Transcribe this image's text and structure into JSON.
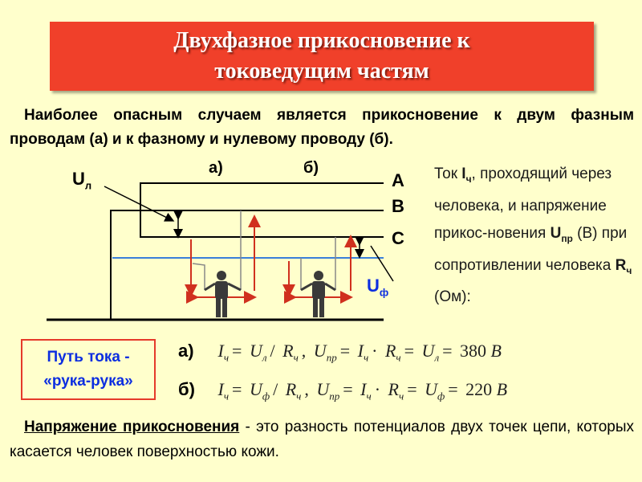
{
  "title": {
    "line1": "Двухфазное прикосновение к",
    "line2": "токоведущим частям"
  },
  "intro": {
    "text": "Наиболее опасным случаем является прикосновение к двум фазным проводам (а) и к фазному  и нулевому проводу (б)."
  },
  "diagram": {
    "label_ul": "U",
    "label_ul_sub": "л",
    "label_a": "а)",
    "label_b": "б)",
    "phase_A": "A",
    "phase_B": "B",
    "phase_C": "C",
    "label_uf": "U",
    "label_uf_sub": "ф",
    "colors": {
      "wire": "#000000",
      "neutral": "#3a7fd9",
      "arrow": "#d0301e",
      "person": "#3a3a3a"
    }
  },
  "side_text": {
    "p1": "Ток ",
    "current_symbol": "I",
    "current_sub": "ч",
    "p2": ", проходящий через человека, и напряжение прикос-новения ",
    "voltage_symbol": "U",
    "voltage_sub": "пр",
    "p3": " (В) при сопротивлении человека ",
    "resistance_symbol": "R",
    "resistance_sub": "ч",
    "p4": " (Ом):"
  },
  "current_path": {
    "line1": "Путь тока -",
    "line2": "«рука-рука»"
  },
  "formulas": [
    {
      "case": "а)",
      "parts": [
        {
          "t": "I",
          "s": "ч"
        },
        {
          "op": "="
        },
        {
          "t": "U",
          "s": "л"
        },
        {
          "op": "/"
        },
        {
          "t": "R",
          "s": "ч"
        },
        {
          "op": ","
        },
        {
          "t": "U",
          "s": "пр"
        },
        {
          "op": "="
        },
        {
          "t": "I",
          "s": "ч"
        },
        {
          "op": "·"
        },
        {
          "t": "R",
          "s": "ч"
        },
        {
          "op": "="
        },
        {
          "t": "U",
          "s": "л"
        },
        {
          "op": "="
        },
        {
          "n": "380"
        },
        {
          "t": "B",
          "s": ""
        }
      ]
    },
    {
      "case": "б)",
      "parts": [
        {
          "t": "I",
          "s": "ч"
        },
        {
          "op": "="
        },
        {
          "t": "U",
          "s": "ф"
        },
        {
          "op": "/"
        },
        {
          "t": "R",
          "s": "ч"
        },
        {
          "op": ","
        },
        {
          "t": "U",
          "s": "пр"
        },
        {
          "op": "="
        },
        {
          "t": "I",
          "s": "ч"
        },
        {
          "op": "·"
        },
        {
          "t": "R",
          "s": "ч"
        },
        {
          "op": "="
        },
        {
          "t": "U",
          "s": "ф"
        },
        {
          "op": "="
        },
        {
          "n": "220"
        },
        {
          "t": "B",
          "s": ""
        }
      ]
    }
  ],
  "definition": {
    "term": "Напряжение прикосновения",
    "rest": " - это разность потенциалов двух точек цепи, которых касается человек поверхностью кожи."
  }
}
